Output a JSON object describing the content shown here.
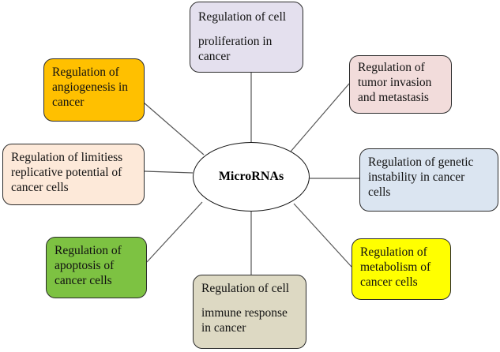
{
  "center": {
    "label": "MicroRNAs"
  },
  "nodes": [
    {
      "id": "proliferation",
      "lines": [
        "Regulation of cell",
        "proliferation in",
        "cancer"
      ],
      "color": "#e4e0ee"
    },
    {
      "id": "invasion",
      "lines": [
        "Regulation of",
        "tumor invasion",
        "and metastasis"
      ],
      "color": "#f2dcdb"
    },
    {
      "id": "genetic",
      "lines": [
        "Regulation of genetic",
        "instability in cancer",
        "cells"
      ],
      "color": "#dbe5f1"
    },
    {
      "id": "metabolism",
      "lines": [
        "Regulation of",
        "metabolism of",
        "cancer cells"
      ],
      "color": "#ffff00"
    },
    {
      "id": "immune",
      "lines": [
        "Regulation of cell",
        "immune response",
        "in cancer"
      ],
      "color": "#ddd9c3"
    },
    {
      "id": "apoptosis",
      "lines": [
        "Regulation of",
        "apoptosis of",
        "cancer cells"
      ],
      "color": "#7dc242"
    },
    {
      "id": "replicative",
      "lines": [
        "Regulation of limitiess",
        "replicative potential of",
        "cancer cells"
      ],
      "color": "#fde9d9"
    },
    {
      "id": "angiogenesis",
      "lines": [
        "Regulation of",
        "angiogenesis in",
        "cancer"
      ],
      "color": "#ffc000"
    }
  ]
}
